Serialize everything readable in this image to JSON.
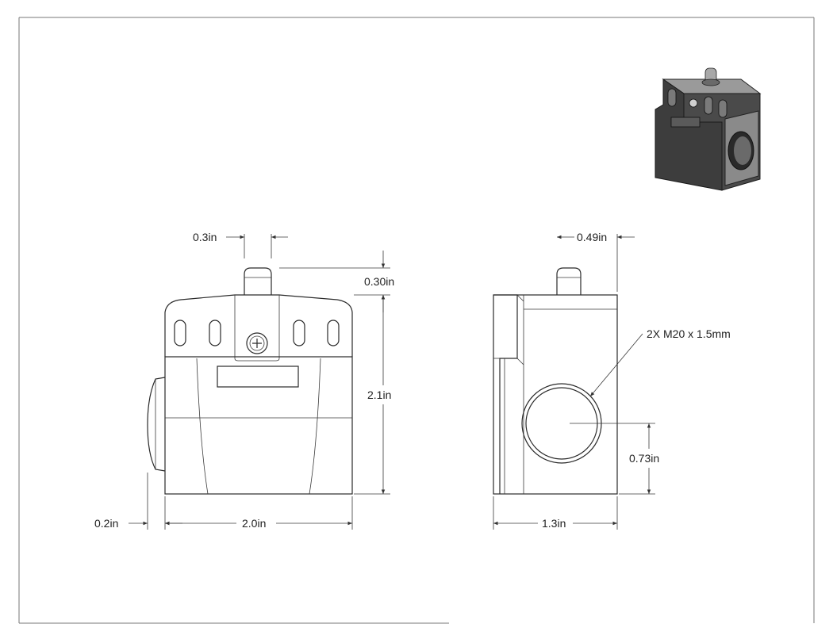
{
  "drawing": {
    "front_view": {
      "dims": {
        "plunger_width": "0.3in",
        "plunger_height": "0.30in",
        "body_height": "2.1in",
        "body_width": "2.0in",
        "boss_depth": "0.2in"
      }
    },
    "side_view": {
      "dims": {
        "plunger_offset": "0.49in",
        "thread_callout": "2X M20 x 1.5mm",
        "hole_height": "0.73in",
        "side_width": "1.3in"
      }
    },
    "iso_view": {
      "colors": {
        "body": "#3d3d3d",
        "face": "#8a8a8a",
        "top": "#9a9a9a"
      }
    }
  }
}
